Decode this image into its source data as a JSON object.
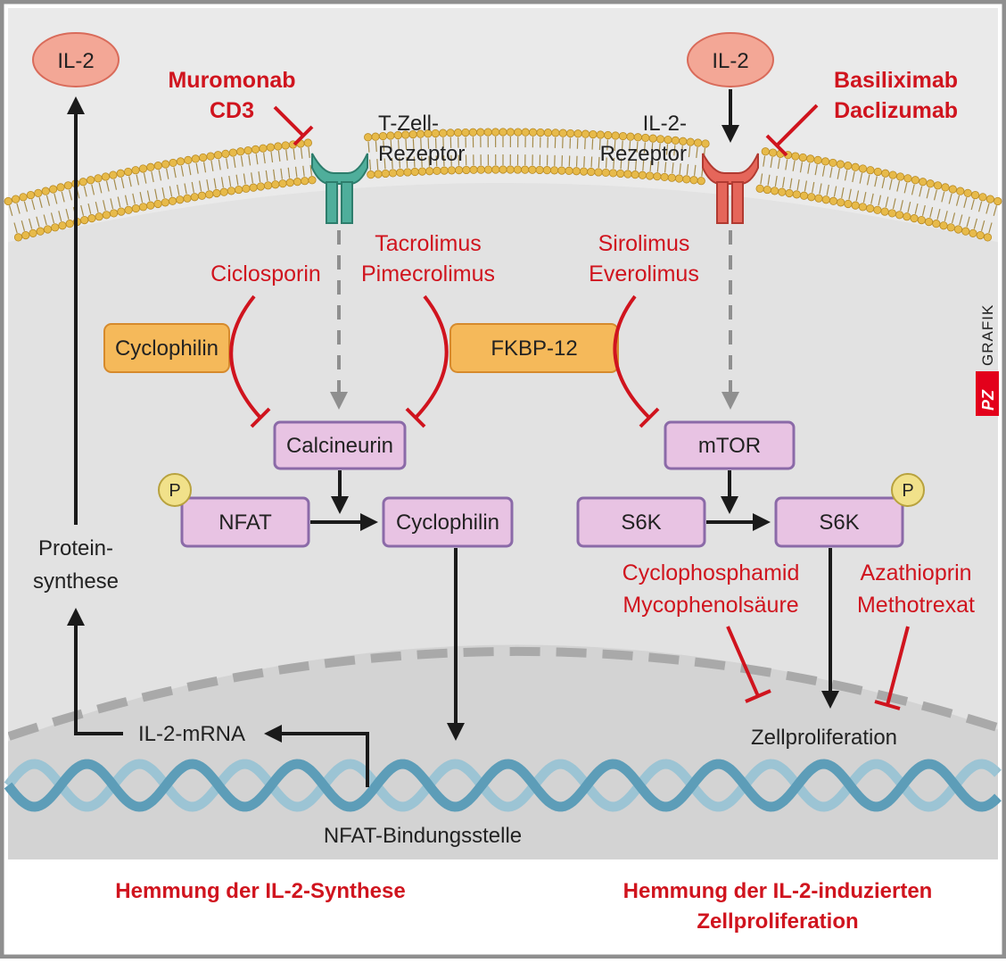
{
  "signals": {
    "il2_left": "IL-2",
    "il2_right": "IL-2"
  },
  "receptors": {
    "tcr_line1": "T-Zell-",
    "tcr_line2": "Rezeptor",
    "il2r_line1": "IL-2-",
    "il2r_line2": "Rezeptor"
  },
  "drugs": {
    "muromonab_line1": "Muromonab",
    "muromonab_line2": "CD3",
    "basiliximab": "Basiliximab",
    "daclizumab": "Daclizumab",
    "tacrolimus": "Tacrolimus",
    "pimecrolimus": "Pimecrolimus",
    "ciclosporin": "Ciclosporin",
    "sirolimus": "Sirolimus",
    "everolimus": "Everolimus",
    "cyclophosphamid": "Cyclophosphamid",
    "mycophenolsaeure": "Mycophenolsäure",
    "azathioprin": "Azathioprin",
    "methotrexat": "Methotrexat"
  },
  "proteins": {
    "cyclophilin_binder": "Cyclophilin",
    "fkbp12": "FKBP-12",
    "calcineurin": "Calcineurin",
    "mtor": "mTOR",
    "nfat": "NFAT",
    "cyclophilin_product": "Cyclophilin",
    "s6k_left": "S6K",
    "s6k_right": "S6K",
    "phospho": "P"
  },
  "labels": {
    "protein_line1": "Protein-",
    "protein_line2": "synthese",
    "mrna": "IL-2-mRNA",
    "binding_site": "NFAT-Bindungsstelle",
    "proliferation": "Zellproliferation"
  },
  "captions": {
    "left": "Hemmung der IL-2-Synthese",
    "right_line1": "Hemmung der IL-2-induzierten",
    "right_line2": "Zellproliferation"
  },
  "branding": {
    "logo": "PZ",
    "word": "GRAFIK"
  },
  "colors": {
    "inhibitor_red": "#d0141e",
    "protein_pink": "#e8c3e3",
    "binder_orange": "#f5b95a",
    "il2_salmon": "#f3a796",
    "tcr_teal": "#4fae9b",
    "il2r_red": "#e5665a",
    "membrane_gold": "#e7ba4a",
    "dna_blue": "#5d9db8"
  }
}
